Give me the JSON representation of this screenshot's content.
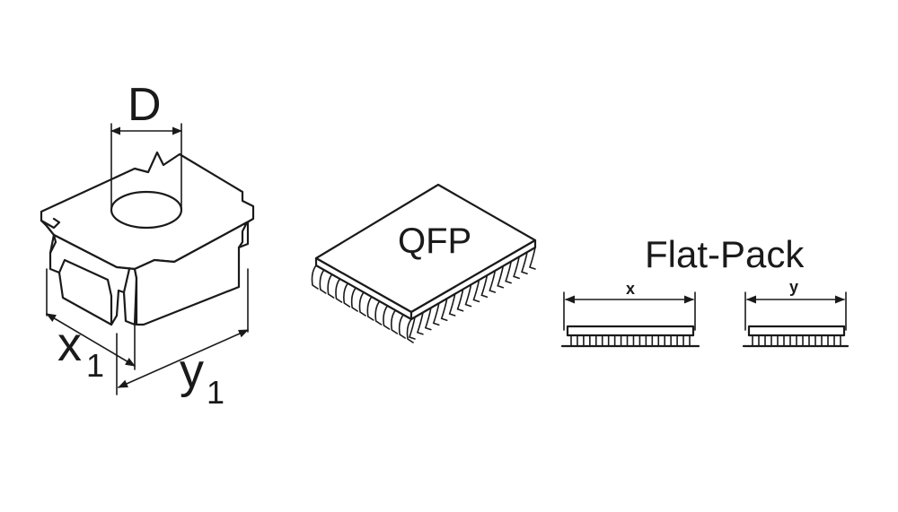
{
  "labels": {
    "d": "D",
    "x1_base": "x",
    "x1_sub": "1",
    "y1_base": "y",
    "y1_sub": "1",
    "qfp": "QFP",
    "flatpack": "Flat-Pack",
    "x": "x",
    "y": "y"
  },
  "colors": {
    "ink": "#1a1a1a",
    "background": "#ffffff"
  }
}
